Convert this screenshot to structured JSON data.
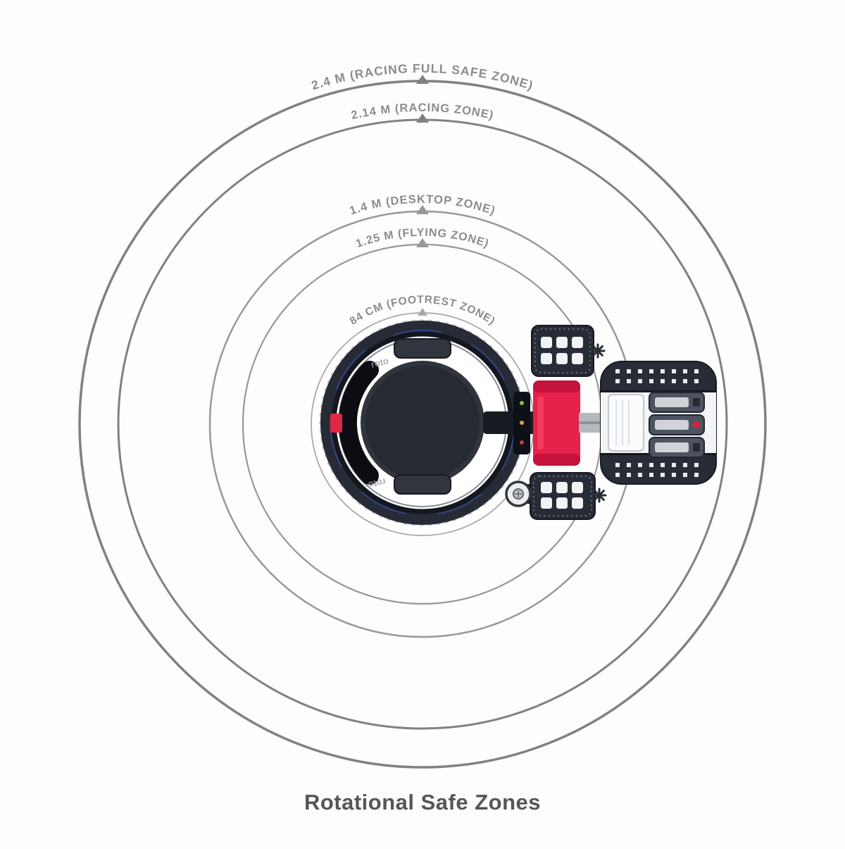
{
  "title": "Rotational Safe Zones",
  "zones": [
    {
      "label": "2.4 M (RACING FULL SAFE ZONE)"
    },
    {
      "label": "2.14 M (RACING ZONE)"
    },
    {
      "label": "1.4 M (DESKTOP ZONE)"
    },
    {
      "label": "1.25 M (FLYING ZONE)"
    },
    {
      "label": "84 CM (FOOTREST ZONE)"
    }
  ],
  "rig": {
    "logo_text": "roto"
  },
  "colors": {
    "outer_circle": "#7f8184",
    "inner_circle": "#96989b",
    "footrest_circle": "#a7a9ac",
    "label_text": "#8a8c8f",
    "title_text": "#54565a",
    "rig_dark": "#272c37",
    "accent_red": "#e6214a"
  }
}
